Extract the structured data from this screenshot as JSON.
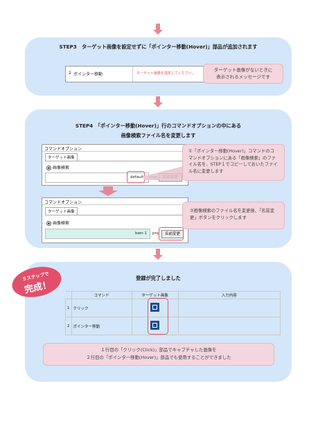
{
  "step3": {
    "title": "STEP3　ターゲット画像を設定せずに「ポインター移動(Hover)」部品が追加されます",
    "row_num": "2",
    "row_label": "ポインター移動",
    "row_error": "ターゲット画像を指定してください。",
    "callout": "ターゲット画像がないときに\n表示されるメッセージです"
  },
  "step4": {
    "title_line1": "STEP4　「ポインター移動(Hover)」行のコマンドオプションの中にある",
    "title_line2": "画像検索ファイル名を変更します",
    "panel1": {
      "header": "コマンドオプション",
      "tab": "ターゲット画像",
      "radio": "画像検索",
      "filename": "default",
      "ext": "png",
      "button": "名前変更"
    },
    "panel2": {
      "header": "コマンドオプション",
      "tab": "ターゲット画像",
      "radio": "画像検索",
      "filename": "bwn-1",
      "ext": "png",
      "button": "名前変更"
    },
    "callout1": "①「ポインター移動(Hover)」コマンドのコマンドオプションにある「画像検索」のファイル名を、STEP１でコピーしておいたファイル名に変更します",
    "callout2": "②画像検索のファイル名を変更後、「名前変更」ボタンをクリックします"
  },
  "done": {
    "badge_line1": "５ステップで",
    "badge_line2": "完成！",
    "title": "登録が完了しました",
    "table": {
      "headers": [
        "コマンド",
        "ターゲット画像",
        "入力内容"
      ],
      "rows": [
        {
          "num": "1",
          "command": "クリック",
          "input": ""
        },
        {
          "num": "2",
          "command": "ポインター移動",
          "input": ""
        }
      ]
    },
    "note_line1": "１行目の「クリック(Click)」部品でキャプチャした画像を",
    "note_line2": "２行目の「ポインター移動(Hover)」部品でも使用することができました"
  },
  "colors": {
    "panel_bg": "#d4e6f9",
    "arrow": "#e38995",
    "highlight": "#e05a6e",
    "callout_bg": "#f3d6de",
    "badge": "#e24f6b"
  },
  "icons": [
    "arrow-down-icon",
    "file-image-icon",
    "radio-icon"
  ]
}
